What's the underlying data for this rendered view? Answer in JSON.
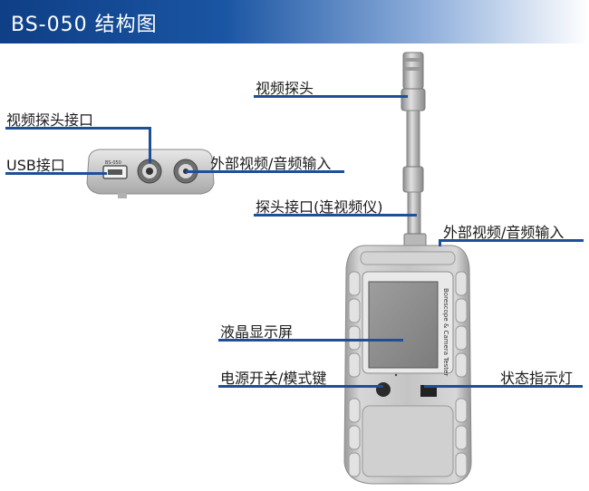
{
  "header": {
    "title": "BS-050 结构图",
    "accent_color": "#0f3f86"
  },
  "labels": {
    "probe_port": "视频探头接口",
    "usb_port": "USB接口",
    "av_input_top": "外部视频/音频输入",
    "video_probe": "视频探头",
    "probe_interface": "探头接口(连视频仪)",
    "av_input_side": "外部视频/音频输入",
    "lcd_screen": "液晶显示屏",
    "power_mode_key": "电源开关/模式键",
    "status_led": "状态指示灯"
  },
  "device": {
    "side_text": "Borescope & Camera Tester",
    "port_text": "BS-050"
  },
  "colors": {
    "leader_line": "#1f4f96",
    "device_body": "#cfcfcf"
  }
}
